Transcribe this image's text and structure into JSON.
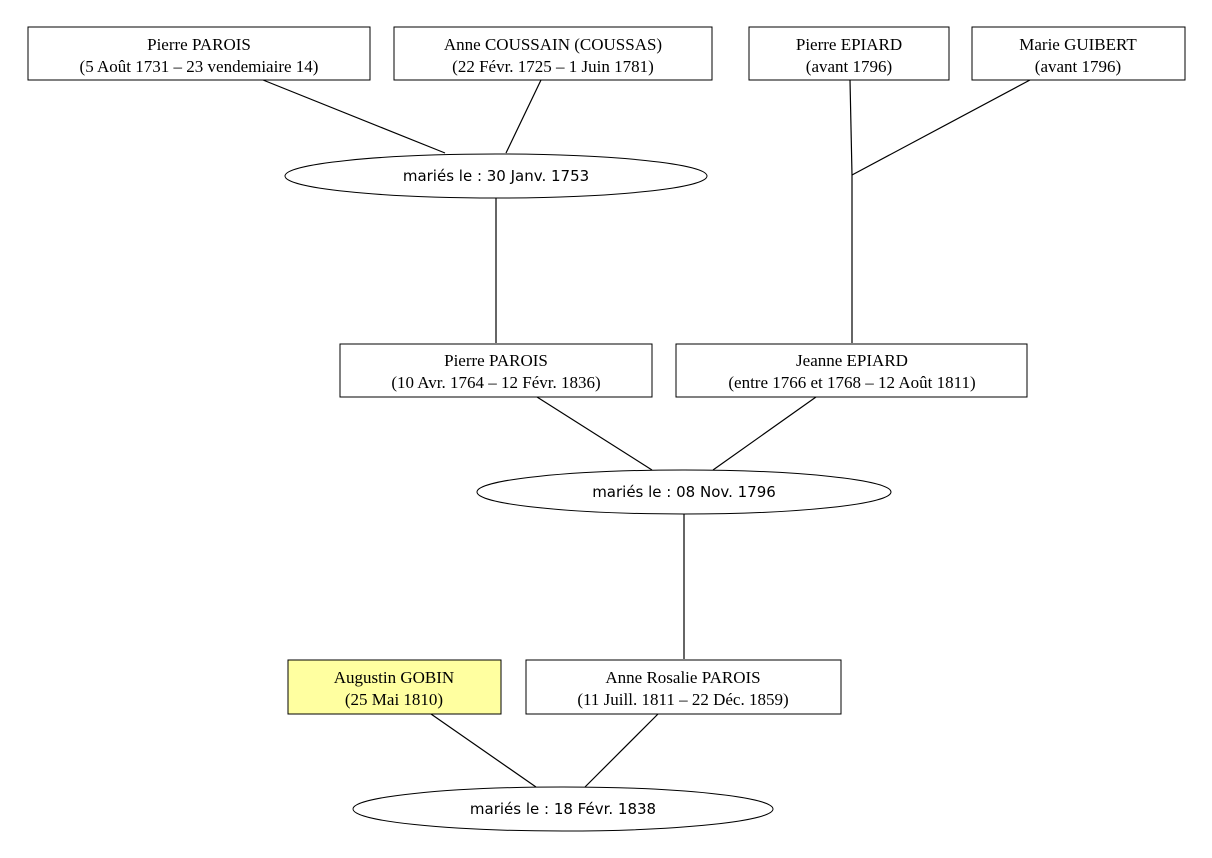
{
  "people": {
    "p1": {
      "name": "Pierre PAROIS",
      "dates": "(5 Août 1731 – 23 vendemiaire 14)"
    },
    "p2": {
      "name": "Anne COUSSAIN (COUSSAS)",
      "dates": "(22 Févr. 1725 – 1 Juin 1781)"
    },
    "p3": {
      "name": "Pierre EPIARD",
      "dates": "(avant 1796)"
    },
    "p4": {
      "name": "Marie GUIBERT",
      "dates": "(avant 1796)"
    },
    "p5": {
      "name": "Pierre PAROIS",
      "dates": "(10 Avr. 1764 – 12 Févr. 1836)"
    },
    "p6": {
      "name": "Jeanne EPIARD",
      "dates": "(entre 1766 et 1768 – 12 Août 1811)"
    },
    "p7": {
      "name": "Augustin GOBIN",
      "dates": "(25 Mai 1810)",
      "highlight_color": "#ffffa0"
    },
    "p8": {
      "name": "Anne Rosalie PAROIS",
      "dates": "(11 Juill. 1811 – 22 Déc. 1859)"
    }
  },
  "marriages": {
    "m1": {
      "label": "mariés le : 30 Janv. 1753"
    },
    "m2": {
      "label": "mariés le : 08 Nov. 1796"
    },
    "m3": {
      "label": "mariés le : 18 Févr. 1838"
    }
  }
}
